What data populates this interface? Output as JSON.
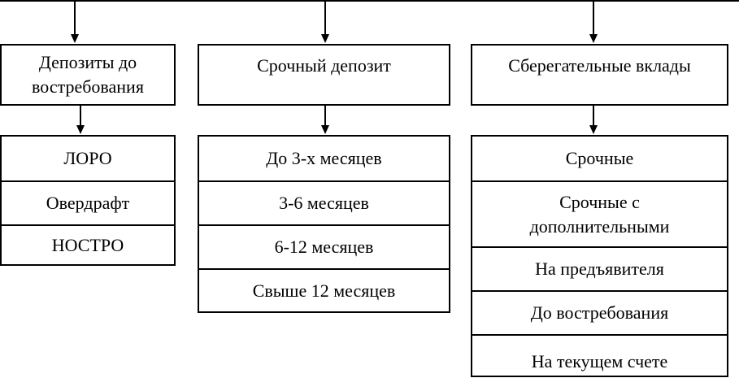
{
  "columns": [
    {
      "header": "Депозиты до востребования",
      "items": [
        "ЛОРО",
        "Овердрафт",
        "НОСТРО"
      ]
    },
    {
      "header": "Срочный депозит",
      "items": [
        "До 3-х месяцев",
        "3-6 месяцев",
        "6-12 месяцев",
        "Свыше 12 месяцев"
      ]
    },
    {
      "header": "Сберегательные вклады",
      "items": [
        "Срочные",
        "Срочные с дополнительными",
        "На предъявителя",
        "До востребования",
        "На текущем счете"
      ]
    }
  ]
}
